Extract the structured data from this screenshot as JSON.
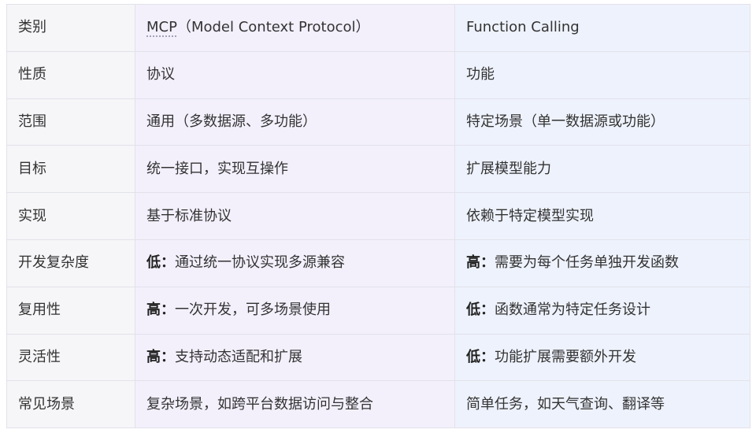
{
  "table": {
    "header": {
      "label": "类别",
      "mcp": {
        "abbr": "MCP",
        "rest": "（Model Context Protocol）"
      },
      "fc": "Function Calling"
    },
    "rows": [
      {
        "label": "性质",
        "mcp": {
          "prefix": "",
          "text": "协议"
        },
        "fc": {
          "prefix": "",
          "text": "功能"
        }
      },
      {
        "label": "范围",
        "mcp": {
          "prefix": "",
          "text": "通用（多数据源、多功能）"
        },
        "fc": {
          "prefix": "",
          "text": "特定场景（单一数据源或功能）"
        }
      },
      {
        "label": "目标",
        "mcp": {
          "prefix": "",
          "text": "统一接口，实现互操作"
        },
        "fc": {
          "prefix": "",
          "text": "扩展模型能力"
        }
      },
      {
        "label": "实现",
        "mcp": {
          "prefix": "",
          "text": "基于标准协议"
        },
        "fc": {
          "prefix": "",
          "text": "依赖于特定模型实现"
        }
      },
      {
        "label": "开发复杂度",
        "mcp": {
          "prefix": "低：",
          "text": "通过统一协议实现多源兼容"
        },
        "fc": {
          "prefix": "高：",
          "text": "需要为每个任务单独开发函数"
        }
      },
      {
        "label": "复用性",
        "mcp": {
          "prefix": "高：",
          "text": "一次开发，可多场景使用"
        },
        "fc": {
          "prefix": "低：",
          "text": "函数通常为特定任务设计"
        }
      },
      {
        "label": "灵活性",
        "mcp": {
          "prefix": "高：",
          "text": "支持动态适配和扩展"
        },
        "fc": {
          "prefix": "低：",
          "text": "功能扩展需要额外开发"
        }
      },
      {
        "label": "常见场景",
        "mcp": {
          "prefix": "",
          "text": "复杂场景，如跨平台数据访问与整合"
        },
        "fc": {
          "prefix": "",
          "text": "简单任务，如天气查询、翻译等"
        }
      }
    ]
  },
  "colors": {
    "label_bg": "#f6f6f8",
    "mcp_bg": "#f3f0fc",
    "fc_bg": "#eef2fc",
    "border": "#e2e2ea",
    "text": "#333333"
  }
}
